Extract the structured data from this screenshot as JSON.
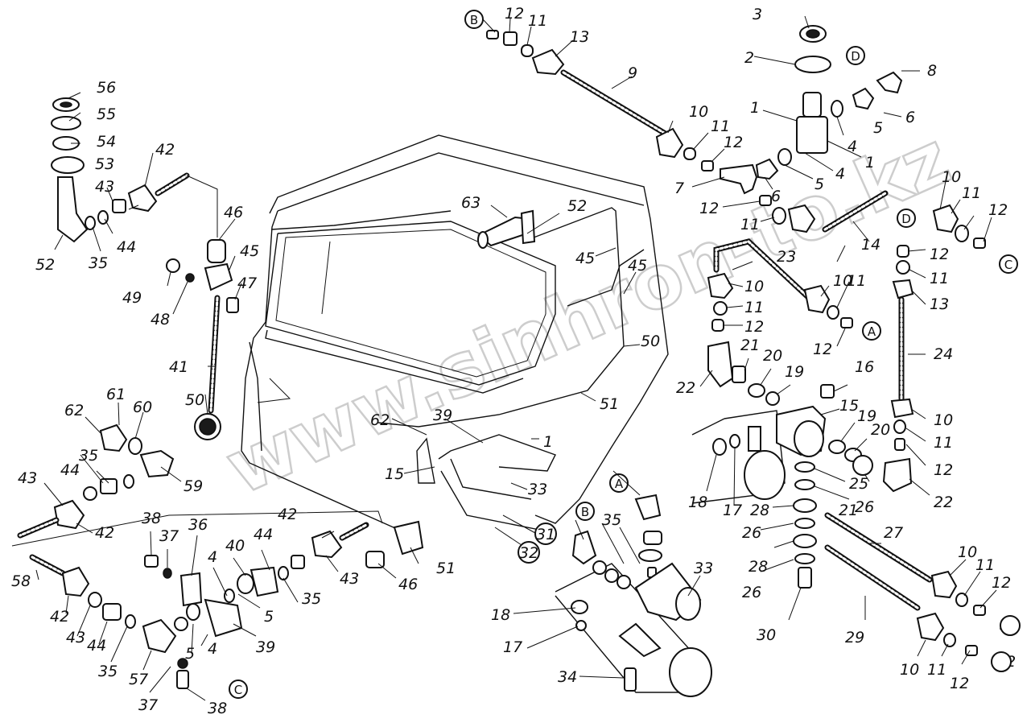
{
  "watermark": "www.sinhron-to.kz",
  "connectors": [
    "A",
    "B",
    "C",
    "D",
    "A",
    "B",
    "C",
    "D"
  ],
  "numbers": [
    "56",
    "55",
    "54",
    "53",
    "42",
    "43",
    "44",
    "35",
    "52",
    "46",
    "45",
    "47",
    "49",
    "48",
    "41",
    "50",
    "12",
    "11",
    "13",
    "9",
    "3",
    "2",
    "8",
    "6",
    "5",
    "1",
    "4",
    "10",
    "7",
    "63",
    "52",
    "45",
    "45",
    "50",
    "51",
    "10",
    "11",
    "12",
    "14",
    "23",
    "12",
    "11",
    "13",
    "10",
    "11",
    "12",
    "24",
    "10",
    "11",
    "12",
    "16",
    "21",
    "20",
    "19",
    "22",
    "15",
    "19",
    "20",
    "21",
    "22",
    "25",
    "26",
    "28",
    "26",
    "28",
    "26",
    "30",
    "27",
    "29",
    "10",
    "11",
    "12",
    "31",
    "10",
    "11",
    "12",
    "32",
    "62",
    "61",
    "60",
    "35",
    "59",
    "43",
    "44",
    "42",
    "58",
    "42",
    "43",
    "44",
    "35",
    "57",
    "37",
    "38",
    "38",
    "37",
    "36",
    "4",
    "40",
    "44",
    "42",
    "35",
    "43",
    "46",
    "51",
    "5",
    "4",
    "39",
    "62",
    "39",
    "1",
    "15",
    "33",
    "31",
    "32",
    "35",
    "33",
    "18",
    "17",
    "34",
    "18",
    "17"
  ]
}
